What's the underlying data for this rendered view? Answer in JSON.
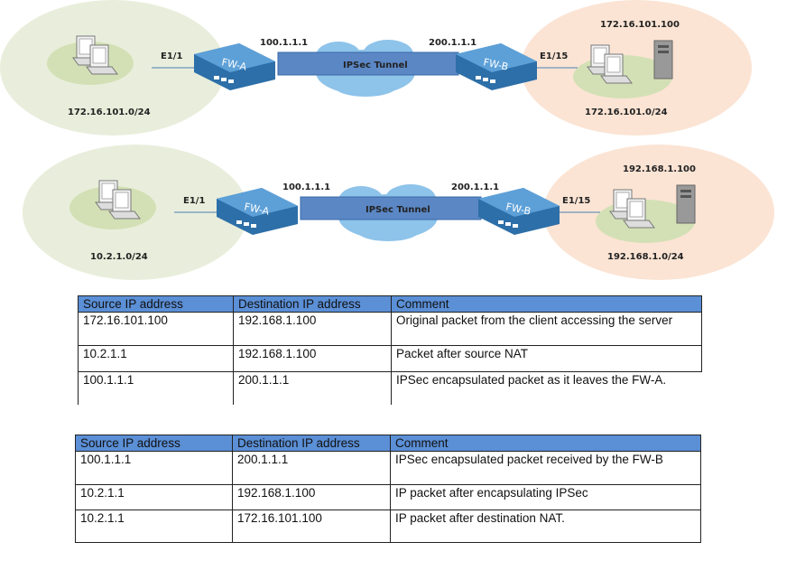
{
  "diagram1": {
    "left_subnet": "172.16.101.0/24",
    "left_iface": "E1/1",
    "fw_a": "FW-A",
    "fw_a_ip": "100.1.1.1",
    "tunnel": "IPSec Tunnel",
    "fw_b_ip": "200.1.1.1",
    "fw_b": "FW-B",
    "right_iface": "E1/15",
    "server_ip": "172.16.101.100",
    "right_subnet": "172.16.101.0/24"
  },
  "diagram2": {
    "left_subnet": "10.2.1.0/24",
    "left_iface": "E1/1",
    "fw_a": "FW-A",
    "fw_a_ip": "100.1.1.1",
    "tunnel": "IPSec Tunnel",
    "fw_b_ip": "200.1.1.1",
    "fw_b": "FW-B",
    "right_iface": "E1/15",
    "server_ip": "192.168.1.100",
    "right_subnet": "192.168.1.0/24"
  },
  "table1": {
    "headers": [
      "Source IP address",
      "Destination IP address",
      "Comment"
    ],
    "rows": [
      [
        "172.16.101.100",
        "192.168.1.100",
        "Original packet from the client accessing the server"
      ],
      [
        "10.2.1.1",
        "192.168.1.100",
        "Packet after source NAT"
      ],
      [
        "100.1.1.1",
        "200.1.1.1",
        "IPSec encapsulated packet as it leaves the FW-A."
      ]
    ]
  },
  "table2": {
    "headers": [
      "Source IP address",
      "Destination IP address",
      "Comment"
    ],
    "rows": [
      [
        "100.1.1.1",
        "200.1.1.1",
        "IPSec encapsulated packet received by the FW-B"
      ],
      [
        "10.2.1.1",
        "192.168.1.100",
        "IP packet after encapsulating IPSec"
      ],
      [
        "10.2.1.1",
        "172.16.101.100",
        "IP packet after destination NAT."
      ]
    ]
  }
}
